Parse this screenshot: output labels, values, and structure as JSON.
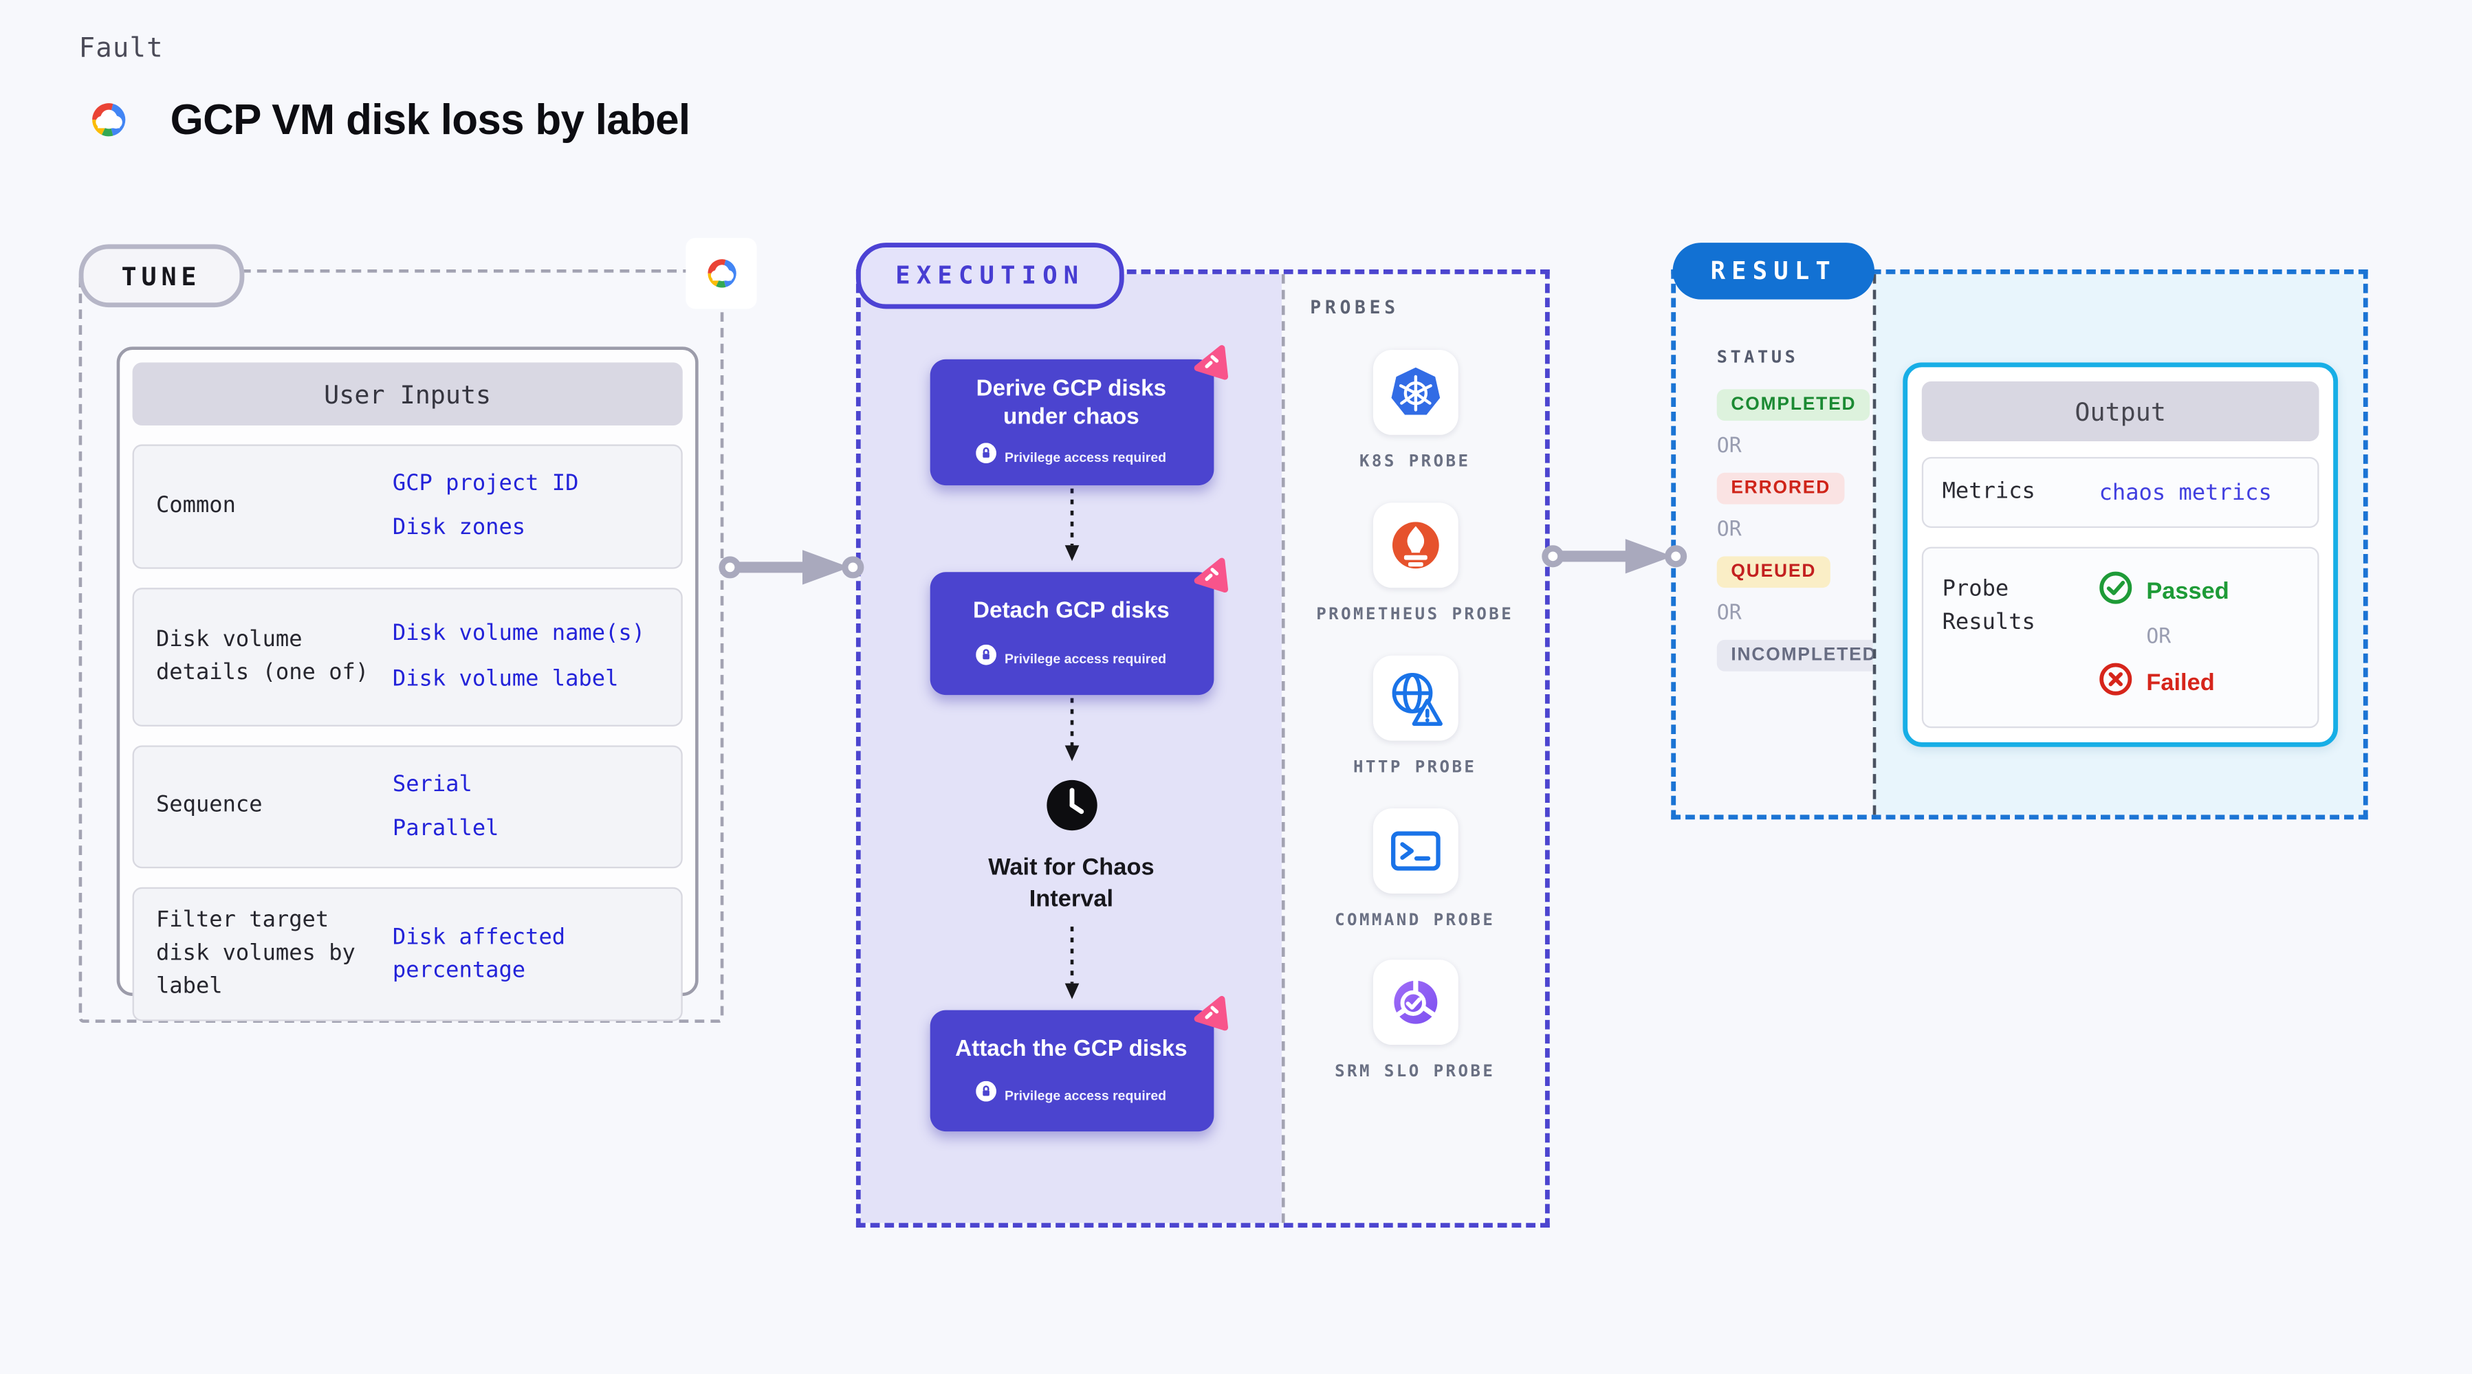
{
  "page": {
    "label": "Fault",
    "title": "GCP VM disk loss by label"
  },
  "tune": {
    "badge": "TUNE",
    "table_header": "User Inputs",
    "rows": [
      {
        "label": "Common",
        "values": [
          "GCP project ID",
          "Disk zones"
        ]
      },
      {
        "label": "Disk volume details (one of)",
        "values": [
          "Disk volume name(s)",
          "Disk volume label"
        ]
      },
      {
        "label": "Sequence",
        "values": [
          "Serial",
          "Parallel"
        ]
      },
      {
        "label": "Filter target disk volumes by label",
        "values": [
          "Disk affected percentage"
        ]
      }
    ]
  },
  "execution": {
    "badge": "EXECUTION",
    "steps": [
      {
        "title": "Derive GCP disks under chaos",
        "note": "Privilege access required"
      },
      {
        "title": "Detach GCP disks",
        "note": "Privilege access required"
      },
      {
        "title": "Attach the GCP disks",
        "note": "Privilege access required"
      }
    ],
    "wait_label": "Wait for Chaos Interval"
  },
  "probes": {
    "header": "PROBES",
    "items": [
      {
        "label": "K8S PROBE",
        "icon": "kubernetes-icon"
      },
      {
        "label": "PROMETHEUS PROBE",
        "icon": "prometheus-icon"
      },
      {
        "label": "HTTP PROBE",
        "icon": "http-globe-icon"
      },
      {
        "label": "COMMAND PROBE",
        "icon": "terminal-icon"
      },
      {
        "label": "SRM SLO PROBE",
        "icon": "srm-slo-icon"
      }
    ]
  },
  "result": {
    "badge": "RESULT",
    "status_header": "STATUS",
    "or_label": "OR",
    "statuses": [
      {
        "label": "COMPLETED",
        "bg": "#ddf2dd",
        "color": "#1b8a33"
      },
      {
        "label": "ERRORED",
        "bg": "#fae3e3",
        "color": "#cf2419"
      },
      {
        "label": "QUEUED",
        "bg": "#faeec6",
        "color": "#c32020"
      },
      {
        "label": "INCOMPLETED",
        "bg": "#e7e8f1",
        "color": "#676c82"
      }
    ],
    "output": {
      "header": "Output",
      "metrics_label": "Metrics",
      "metrics_value": "chaos metrics",
      "probe_results_label": "Probe Results",
      "passed_label": "Passed",
      "or_label": "OR",
      "failed_label": "Failed"
    }
  },
  "colors": {
    "page_bg": "#f7f8fc",
    "accent_indigo": "#4b44cf",
    "lavender_bg": "#e3e2f8",
    "chaos_pink": "#f8548b",
    "result_blue": "#1271d3",
    "output_cyan": "#17aee6",
    "value_blue": "#2323d9",
    "arrow_gray": "#a9a9bd",
    "passed_green": "#1e9b37",
    "failed_red": "#d6251b"
  }
}
